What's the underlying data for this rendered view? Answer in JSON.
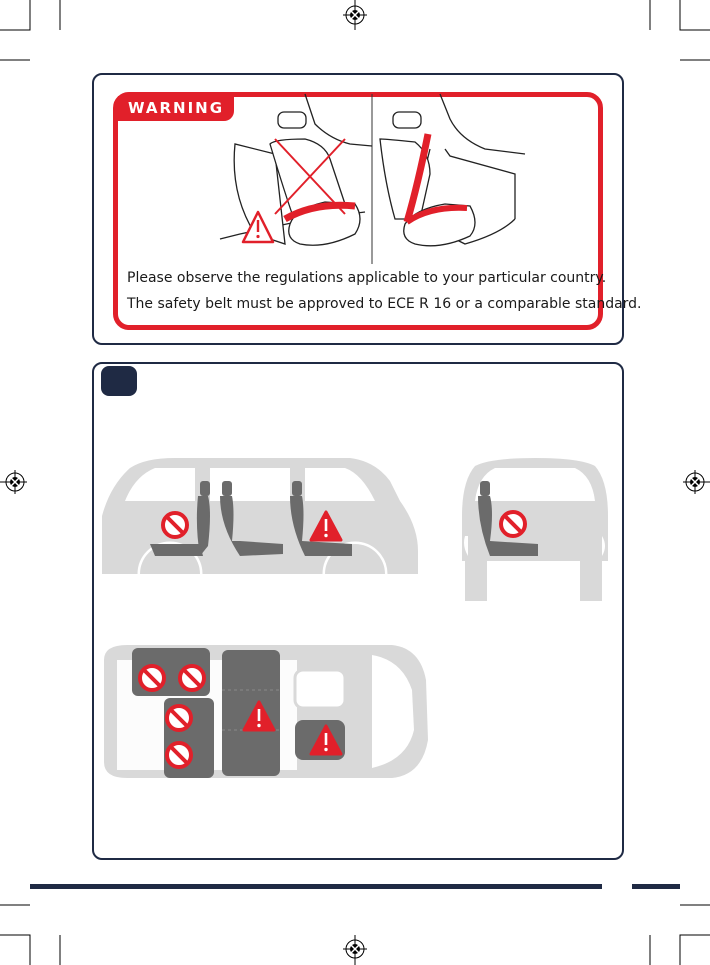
{
  "warning": {
    "label": "WARNING",
    "lines": [
      "Please observe the regulations applicable to your particular country.",
      "The safety belt must be approved to ECE R 16 or a comparable standard."
    ]
  },
  "colors": {
    "warning_red": "#e1202a",
    "navy": "#1f2a44",
    "car_grey": "#d9d9d9",
    "seat_dark": "#6b6b6b"
  },
  "icons": [
    "prohibited-icon",
    "warning-triangle-icon",
    "registration-mark-icon"
  ]
}
